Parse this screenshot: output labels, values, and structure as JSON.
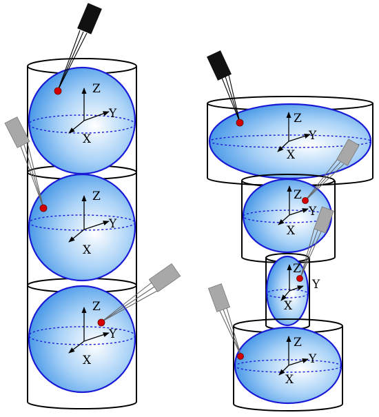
{
  "axis_labels": {
    "x": "X",
    "y": "Y",
    "z": "Z"
  },
  "colors": {
    "outline": "#000000",
    "sphere_edge": "#1a1ad6",
    "sphere_fill_center": "#ffffff",
    "sphere_fill_edge": "#1e7fe0",
    "sensor_active": "#111111",
    "sensor_inactive": "#a8a8a8",
    "marker": "#d40000"
  },
  "left_stack": {
    "cells": 3,
    "sensors": [
      "active",
      "inactive",
      "inactive"
    ]
  },
  "right_stack": {
    "cells": 4,
    "sensors": [
      "active",
      "inactive",
      "inactive",
      "inactive"
    ]
  }
}
